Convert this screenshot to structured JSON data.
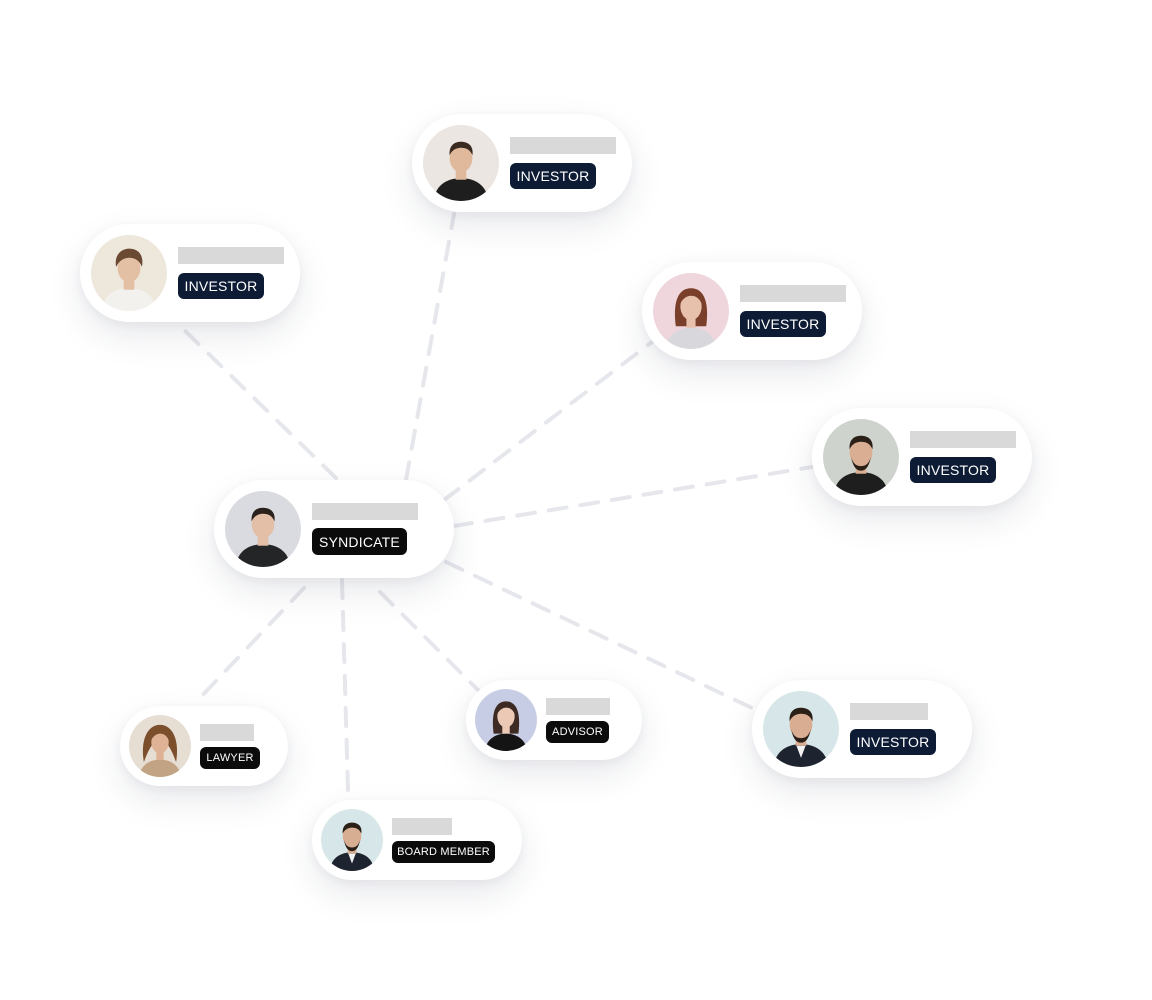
{
  "colors": {
    "background": "#ffffff",
    "edge": "#e6e7ec",
    "placeholder": "#d9d9d9",
    "investor_badge": "#0d1b35",
    "syndicate_badge": "#0b0b0b"
  },
  "nodes": [
    {
      "id": "syndicate",
      "role": "SYNDICATE",
      "badge": "black",
      "avatar": {
        "bg": "#d9dbe0",
        "skin": "#e2bfa6",
        "hair": "#2b211c",
        "shirt": "#242526"
      }
    },
    {
      "id": "investor-top",
      "role": "INVESTOR",
      "badge": "investor",
      "avatar": {
        "bg": "#ebe6e1",
        "skin": "#e0b89c",
        "hair": "#3a2a20",
        "shirt": "#1e1e1e"
      }
    },
    {
      "id": "investor-left",
      "role": "INVESTOR",
      "badge": "investor",
      "avatar": {
        "bg": "#eee7dc",
        "skin": "#e3c0a4",
        "hair": "#6b4a34",
        "shirt": "#f3f1ee"
      }
    },
    {
      "id": "investor-woman",
      "role": "INVESTOR",
      "badge": "investor",
      "avatar": {
        "bg": "#efd6dc",
        "skin": "#e8c1ad",
        "hair": "#7a3f2a",
        "shirt": "#d8d8dc"
      }
    },
    {
      "id": "investor-right",
      "role": "INVESTOR",
      "badge": "investor",
      "avatar": {
        "bg": "#cfd3cd",
        "skin": "#d9ae92",
        "hair": "#2b2018",
        "shirt": "#1e1e1e"
      }
    },
    {
      "id": "investor-bottom",
      "role": "INVESTOR",
      "badge": "investor",
      "avatar": {
        "bg": "#d7e6e9",
        "skin": "#d8ad92",
        "hair": "#2b2018",
        "shirt": "#1d2430"
      }
    },
    {
      "id": "advisor",
      "role": "ADVISOR",
      "badge": "black",
      "avatar": {
        "bg": "#c8cde6",
        "skin": "#ecc9b5",
        "hair": "#3d2a22",
        "shirt": "#141414"
      }
    },
    {
      "id": "lawyer",
      "role": "LAWYER",
      "badge": "black",
      "avatar": {
        "bg": "#e6ddd3",
        "skin": "#dfb295",
        "hair": "#7c4f2c",
        "shirt": "#c2a485"
      }
    },
    {
      "id": "board-member",
      "role": "BOARD MEMBER",
      "badge": "black",
      "avatar": {
        "bg": "#d7e6e8",
        "skin": "#d8ae92",
        "hair": "#2b2018",
        "shirt": "#1d2430"
      }
    }
  ],
  "edges": [
    [
      "syndicate",
      "investor-top"
    ],
    [
      "syndicate",
      "investor-left"
    ],
    [
      "syndicate",
      "investor-woman"
    ],
    [
      "syndicate",
      "investor-right"
    ],
    [
      "syndicate",
      "investor-bottom"
    ],
    [
      "syndicate",
      "advisor"
    ],
    [
      "syndicate",
      "lawyer"
    ],
    [
      "syndicate",
      "board-member"
    ]
  ]
}
